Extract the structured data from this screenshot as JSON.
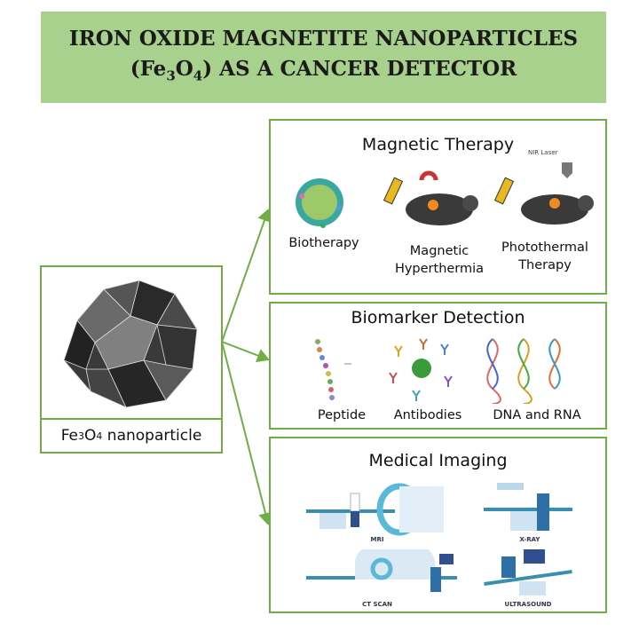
{
  "title": {
    "line1": "IRON OXIDE MAGNETITE NANOPARTICLES",
    "line2_prefix": "(Fe",
    "line2_sub1": "3",
    "line2_mid": "O",
    "line2_sub2": "4",
    "line2_suffix": ") AS A CANCER DETECTOR"
  },
  "source": {
    "label_prefix": "Fe",
    "sub1": "3",
    "mid": "O",
    "sub2": "4",
    "label_suffix": " nanoparticle"
  },
  "magnetic_therapy": {
    "heading": "Magnetic Therapy",
    "items": [
      "Biotherapy",
      "Magnetic",
      "Hyperthermia",
      "Photothermal",
      "Therapy"
    ],
    "laser_label": "NIR Laser"
  },
  "biomarker_detection": {
    "heading": "Biomarker Detection",
    "items": [
      "Peptide",
      "Antibodies",
      "DNA and RNA"
    ]
  },
  "medical_imaging": {
    "heading": "Medical Imaging",
    "items": [
      "MRI",
      "X-RAY",
      "CT SCAN",
      "ULTRASOUND"
    ]
  },
  "colors": {
    "title_bg": "#a9d18e",
    "border": "#70ad47",
    "arrow": "#70ad47"
  }
}
